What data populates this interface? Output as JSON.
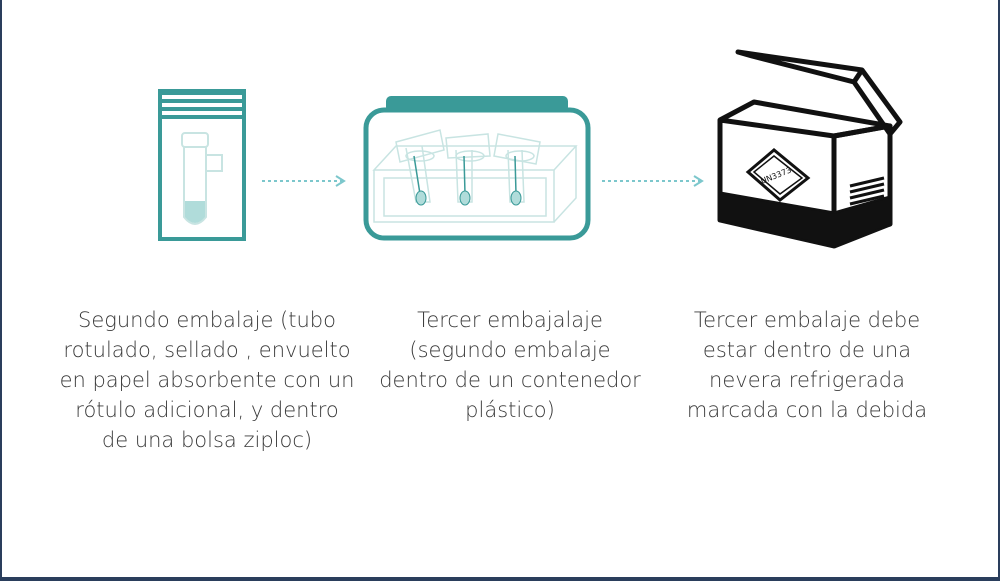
{
  "colors": {
    "teal": "#3a9a98",
    "teal_light": "#c8e4e2",
    "arrow": "#7cc7cc",
    "frame": "#2a3e5c",
    "text": "#3a3a3a"
  },
  "steps": [
    {
      "icon": "ziplock-bag-with-tube-icon",
      "caption": "Segundo embalaje (tubo\nrotulado, sellado , envuelto\nen papel absorbente con un\nrótulo adicional, y dentro\nde una bolsa ziploc)"
    },
    {
      "icon": "plastic-container-icon",
      "caption": "Tercer embajalaje\n(segundo embalaje\ndentro de un contenedor\nplástico)"
    },
    {
      "icon": "cooler-box-icon",
      "caption": "Tercer embalaje debe\nestar dentro de una\nnevera refrigerada\nmarcada con la debida",
      "label": "UN3373"
    }
  ]
}
